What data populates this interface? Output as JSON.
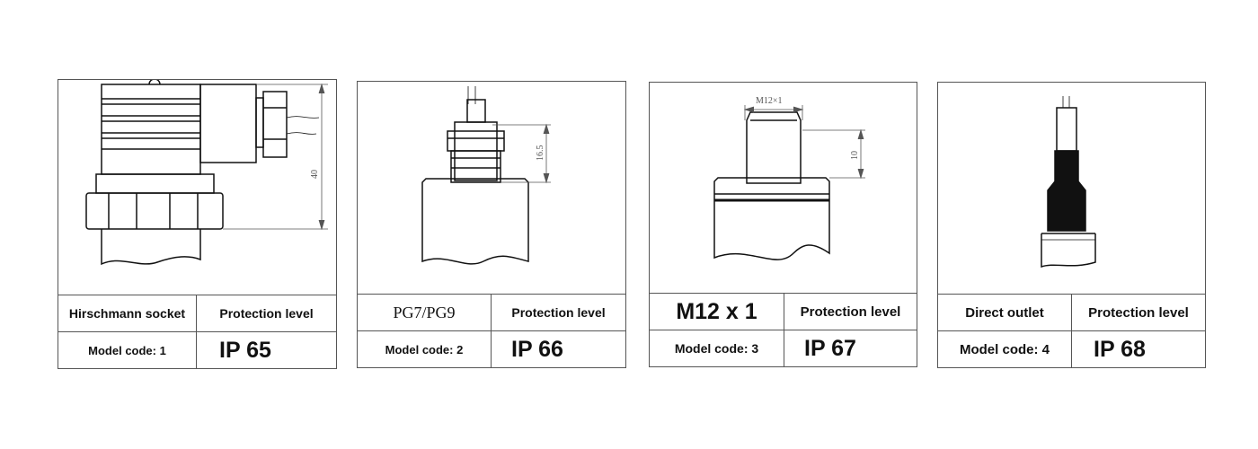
{
  "options": [
    {
      "connector": "Hirschmann socket",
      "header": "Protection level",
      "model_code": "Model code: 1",
      "protection": "IP 65",
      "dimension": "40"
    },
    {
      "connector": "PG7/PG9",
      "header": "Protection level",
      "model_code": "Model code: 2",
      "protection": "IP 66",
      "dimension": "16.5"
    },
    {
      "connector": "M12 x 1",
      "header": "Protection level",
      "model_code": "Model code: 3",
      "protection": "IP 67",
      "dimension": "10",
      "thread_label": "M12×1"
    },
    {
      "connector": "Direct outlet",
      "header": "Protection level",
      "model_code": "Model code: 4",
      "protection": "IP 68"
    }
  ]
}
